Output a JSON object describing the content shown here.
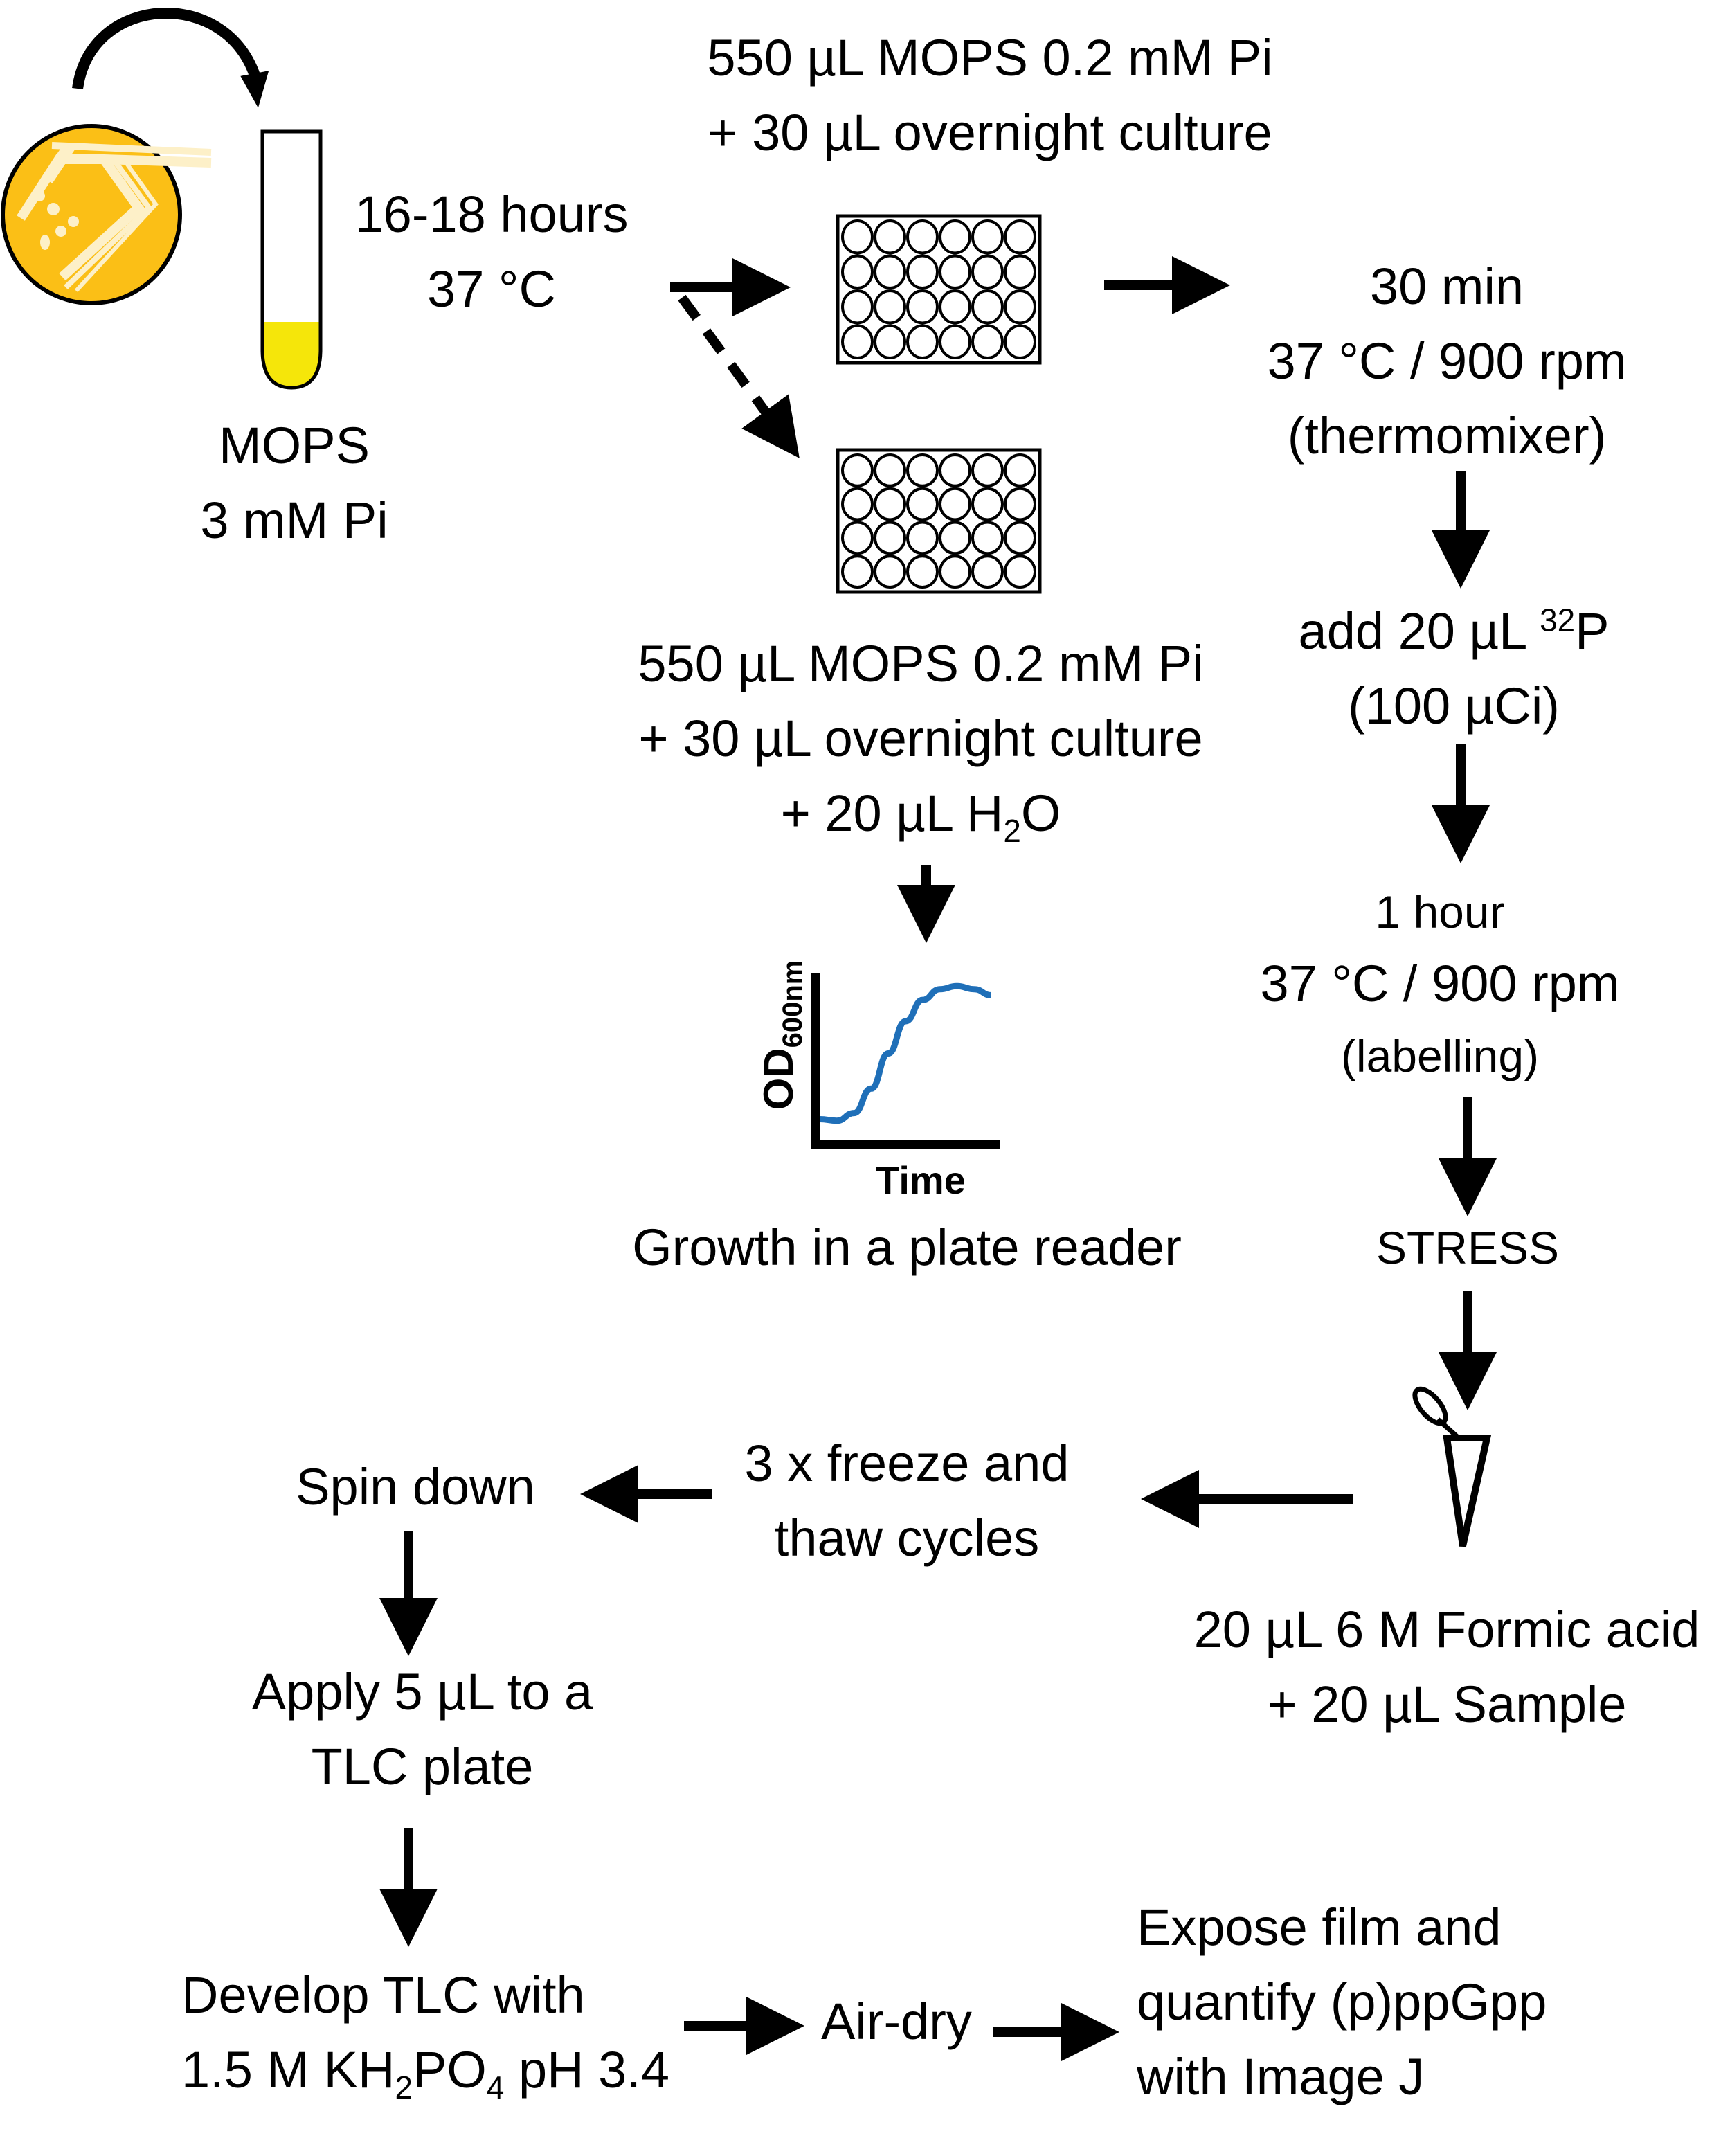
{
  "colors": {
    "plate_fill": "#FBBF16",
    "plate_streak": "#FDF0C8",
    "tube_medium": "#F5E60A",
    "growth_curve": "#1F6FB8",
    "stroke": "#000000"
  },
  "nodes": {
    "overnight_medium": {
      "line1": "MOPS",
      "line2": "3 mM Pi"
    },
    "incubation": {
      "line1": "16-18 hours",
      "line2": "37 °C"
    },
    "labelling_plate_mix": {
      "line1": "550 µL MOPS 0.2 mM Pi",
      "line2": "+ 30 µL overnight culture"
    },
    "growth_plate_mix": {
      "line1": "550 µL MOPS 0.2 mM Pi",
      "line2": "+ 30 µL overnight culture",
      "line3_prefix": "+ 20 µL H",
      "line3_sub": "2",
      "line3_suffix": "O"
    },
    "preincubation": {
      "line1": "30 min",
      "line2": "37 °C / 900 rpm",
      "line3": "(thermomixer)"
    },
    "add_label": {
      "line1_prefix": "add 20 µL ",
      "line1_sup": "32",
      "line1_suffix": "P",
      "line2": "(100 µCi)"
    },
    "labelling": {
      "line1": "1 hour",
      "line2": "37 °C / 900 rpm",
      "line3": "(labelling)"
    },
    "stress": {
      "label": "STRESS"
    },
    "formic_acid": {
      "line1": "20 µL 6 M Formic acid",
      "line2": "+ 20 µL Sample"
    },
    "freeze_thaw": {
      "line1": "3 x freeze and",
      "line2": "thaw cycles"
    },
    "spin_down": {
      "label": "Spin down"
    },
    "apply_tlc": {
      "line1": "Apply 5 µL to a",
      "line2": "TLC plate"
    },
    "develop_tlc": {
      "line1": "Develop TLC with",
      "line2_prefix": "1.5 M KH",
      "line2_sub1": "2",
      "line2_mid": "PO",
      "line2_sub2": "4",
      "line2_suffix": " pH 3.4"
    },
    "air_dry": {
      "label": "Air-dry"
    },
    "quantify": {
      "line1": "Expose film and",
      "line2": "quantify (p)ppGpp",
      "line3": "with Image J"
    }
  },
  "growth_chart": {
    "caption": "Growth in a plate reader",
    "chart_data": {
      "type": "line",
      "title": "",
      "xlabel": "Time",
      "ylabel_main": "OD",
      "ylabel_sub": "600nm",
      "series": [
        {
          "name": "growth",
          "x": [
            0,
            0.1,
            0.2,
            0.3,
            0.4,
            0.5,
            0.6,
            0.7,
            0.8,
            0.9,
            1.0
          ],
          "y": [
            0.12,
            0.11,
            0.16,
            0.32,
            0.55,
            0.76,
            0.9,
            0.97,
            0.99,
            0.97,
            0.93
          ]
        }
      ],
      "xlim": [
        0,
        1
      ],
      "ylim": [
        0,
        1.1
      ],
      "grid": false
    }
  },
  "icons": {
    "agar_plate": "agar-plate-icon",
    "culture_tube": "culture-tube-icon",
    "well_plate_rows": 4,
    "well_plate_cols": 6,
    "eppendorf_tube": "eppendorf-tube-icon"
  }
}
